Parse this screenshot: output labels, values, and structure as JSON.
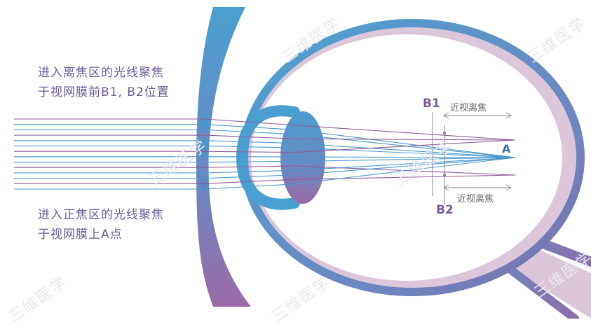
{
  "captions": {
    "top_line1": "进入离焦区的光线聚焦",
    "top_line2": "于视网膜前B1, B2位置",
    "bottom_line1": "进入正焦区的光线聚焦",
    "bottom_line2": "于视网膜上A点"
  },
  "labels": {
    "b1": "B1",
    "b2": "B2",
    "a": "A",
    "defocus_top": "近视离焦",
    "defocus_bottom": "近视离焦"
  },
  "watermark": "三维医学",
  "colors": {
    "blue": "#4a98cc",
    "purple": "#8e5c98",
    "lens_blue": "#3d8fc6",
    "sclera_pink": "#dcc7da",
    "text_purple": "#7a5a9c",
    "text_blue": "#3a6fa8",
    "gray": "#888888"
  }
}
